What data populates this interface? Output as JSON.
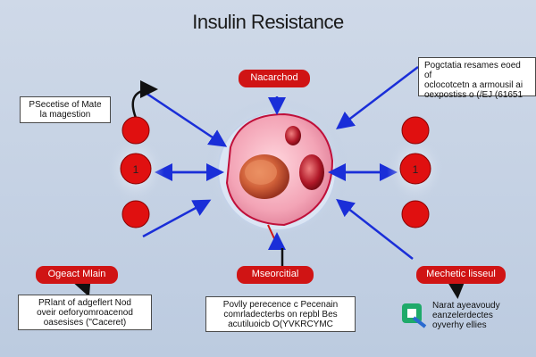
{
  "title": "Insulin Resistance",
  "labels": {
    "top_pill": "Nacarchod",
    "left_bottom_pill": "Ogeact Mlain",
    "center_bottom_pill": "Mseorcitial",
    "right_bottom_pill": "Mechetic lisseul",
    "left_node": "1",
    "right_node": "1"
  },
  "boxes": {
    "top_left": [
      "PSecetise of Mate",
      "la magestion"
    ],
    "top_right": [
      "Pogctatia resames eoed of",
      "oclocotcetn a armousil ai",
      "oexpostiss o (/EJ (61651"
    ],
    "bottom_left": [
      "PRlant of adgeflert Nod",
      "oveir oeforyomroacenod",
      "oasesises (\"Caceret)"
    ],
    "bottom_center": [
      "Povlly perecence c Pecenain",
      "comrladecterbs on repbl Bes",
      "acutiluoicb O(YVKRCYMC"
    ],
    "bottom_right": [
      "Narat ayeavoudy",
      "eanzelerdectes",
      "oyverhy ellies"
    ]
  },
  "colors": {
    "accent_red": "#d01414",
    "arrow_blue": "#1a2ed8",
    "node_red": "#e01010"
  }
}
